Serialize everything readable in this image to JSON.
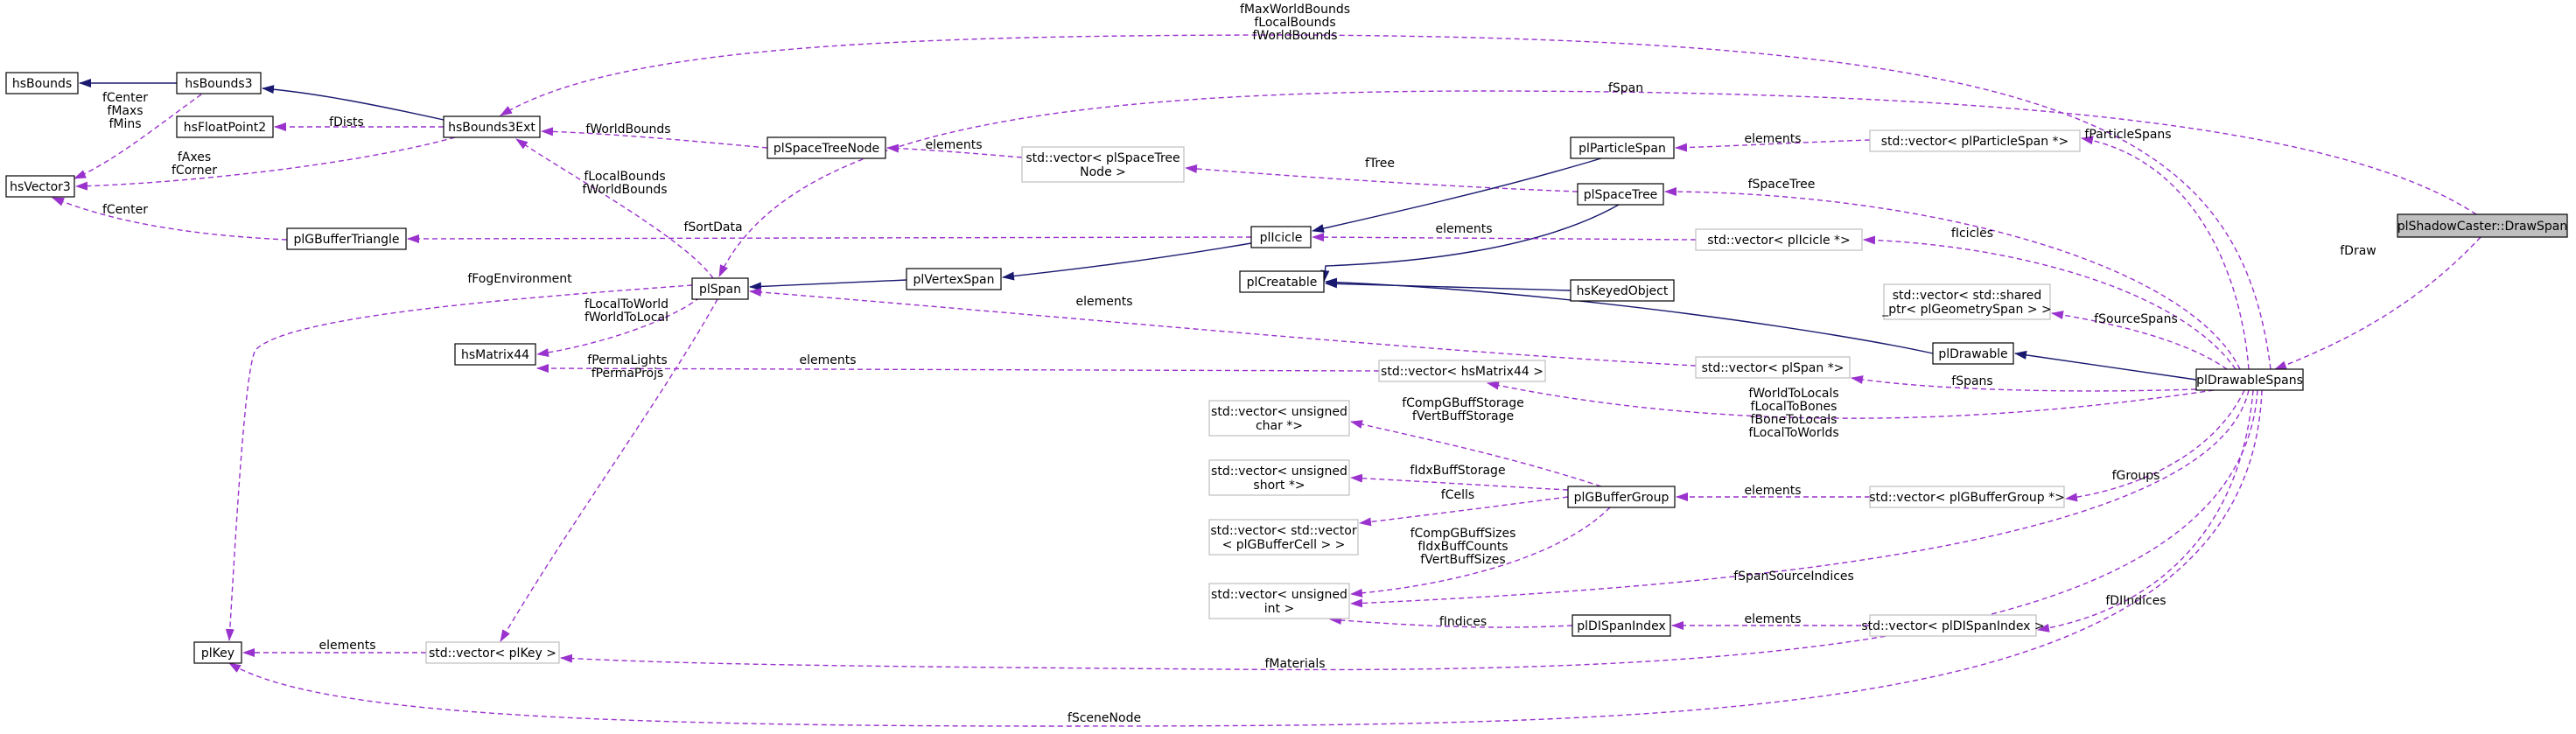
{
  "colors": {
    "inherit": "#191970",
    "usage": "#9a32cd",
    "node_border": "#000000",
    "template_border": "#bfbfbf",
    "highlight_fill": "#bfbfbf"
  },
  "nodes": {
    "hsBounds": {
      "lines": [
        "hsBounds"
      ]
    },
    "hsBounds3": {
      "lines": [
        "hsBounds3"
      ]
    },
    "hsVector3": {
      "lines": [
        "hsVector3"
      ]
    },
    "hsFloatPoint2": {
      "lines": [
        "hsFloatPoint2"
      ]
    },
    "hsBounds3Ext": {
      "lines": [
        "hsBounds3Ext"
      ]
    },
    "plSpaceTreeNode": {
      "lines": [
        "plSpaceTreeNode"
      ]
    },
    "vecSpaceTreeNode": {
      "lines": [
        "std::vector< plSpaceTree",
        "Node >"
      ],
      "template": true
    },
    "plParticleSpan": {
      "lines": [
        "plParticleSpan"
      ]
    },
    "vecParticleSpan": {
      "lines": [
        "std::vector< plParticleSpan *>"
      ],
      "template": true
    },
    "plSpaceTree": {
      "lines": [
        "plSpaceTree"
      ]
    },
    "plGBufferTriangle": {
      "lines": [
        "plGBufferTriangle"
      ]
    },
    "plIcicle": {
      "lines": [
        "plIcicle"
      ]
    },
    "vecIcicle": {
      "lines": [
        "std::vector< plIcicle *>"
      ],
      "template": true
    },
    "plCreatable": {
      "lines": [
        "plCreatable"
      ]
    },
    "hsKeyedObject": {
      "lines": [
        "hsKeyedObject"
      ]
    },
    "plVertexSpan": {
      "lines": [
        "plVertexSpan"
      ]
    },
    "plSpan": {
      "lines": [
        "plSpan"
      ]
    },
    "vecSharedPtr": {
      "lines": [
        "std::vector< std::shared",
        "_ptr< plGeometrySpan > >"
      ],
      "template": true
    },
    "plDrawable": {
      "lines": [
        "plDrawable"
      ]
    },
    "hsMatrix44": {
      "lines": [
        "hsMatrix44"
      ]
    },
    "vecHsMatrix44": {
      "lines": [
        "std::vector< hsMatrix44 >"
      ],
      "template": true
    },
    "vecPlSpan": {
      "lines": [
        "std::vector< plSpan *>"
      ],
      "template": true
    },
    "plDrawableSpans": {
      "lines": [
        "plDrawableSpans"
      ]
    },
    "plShadowCaster": {
      "lines": [
        "plShadowCaster::DrawSpan"
      ],
      "highlight": true
    },
    "vecUChar": {
      "lines": [
        "std::vector< unsigned",
        "char *>"
      ],
      "template": true
    },
    "vecUShort": {
      "lines": [
        "std::vector< unsigned",
        "short *>"
      ],
      "template": true
    },
    "vecGBufferCell": {
      "lines": [
        "std::vector< std::vector",
        "< plGBufferCell > >"
      ],
      "template": true
    },
    "plGBufferGroup": {
      "lines": [
        "plGBufferGroup"
      ]
    },
    "vecGBufferGroup": {
      "lines": [
        "std::vector< plGBufferGroup *>"
      ],
      "template": true
    },
    "vecUInt": {
      "lines": [
        "std::vector< unsigned",
        "int >"
      ],
      "template": true
    },
    "plDISpanIndex": {
      "lines": [
        "plDISpanIndex"
      ]
    },
    "vecDISpanIndex": {
      "lines": [
        "std::vector< plDISpanIndex >"
      ],
      "template": true
    },
    "plKey": {
      "lines": [
        "plKey"
      ]
    },
    "vecPlKey": {
      "lines": [
        "std::vector< plKey >"
      ],
      "template": true
    }
  },
  "edge_labels": {
    "maxWorldBounds": [
      "fMaxWorldBounds",
      "fLocalBounds",
      "fWorldBounds"
    ],
    "span": [
      "fSpan"
    ],
    "centerMaxsMins": [
      "fCenter",
      "fMaxs",
      "fMins"
    ],
    "dists": [
      "fDists"
    ],
    "worldBounds": [
      "fWorldBounds"
    ],
    "elementsTreeNode": [
      "elements"
    ],
    "elementsParticle": [
      "elements"
    ],
    "particleSpans": [
      "fParticleSpans"
    ],
    "tree": [
      "fTree"
    ],
    "axesCorner": [
      "fAxes",
      "fCorner"
    ],
    "localWorldBounds": [
      "fLocalBounds",
      "fWorldBounds"
    ],
    "spaceTree": [
      "fSpaceTree"
    ],
    "center": [
      "fCenter"
    ],
    "sortData": [
      "fSortData"
    ],
    "elementsIcicle": [
      "elements"
    ],
    "icicles": [
      "fIcicles"
    ],
    "fogEnvironment": [
      "fFogEnvironment"
    ],
    "draw": [
      "fDraw"
    ],
    "localToWorld": [
      "fLocalToWorld",
      "fWorldToLocal"
    ],
    "elementsSpan": [
      "elements"
    ],
    "sourceSpans": [
      "fSourceSpans"
    ],
    "permaLights": [
      "fPermaLights",
      "fPermaProjs"
    ],
    "elementsMatrix": [
      "elements"
    ],
    "spans": [
      "fSpans"
    ],
    "worldToLocals": [
      "fWorldToLocals",
      "fLocalToBones",
      "fBoneToLocals",
      "fLocalToWorlds"
    ],
    "compGBuffStorage": [
      "fCompGBuffStorage",
      "fVertBuffStorage"
    ],
    "idxBuffStorage": [
      "fIdxBuffStorage"
    ],
    "cells": [
      "fCells"
    ],
    "elementsGBufferGroup": [
      "elements"
    ],
    "groups": [
      "fGroups"
    ],
    "compGBuffSizes": [
      "fCompGBuffSizes",
      "fIdxBuffCounts",
      "fVertBuffSizes"
    ],
    "spanSourceIndices": [
      "fSpanSourceIndices"
    ],
    "indices": [
      "fIndices"
    ],
    "elementsDISpanIndex": [
      "elements"
    ],
    "dIIndices": [
      "fDIIndices"
    ],
    "elementsKey": [
      "elements"
    ],
    "materials": [
      "fMaterials"
    ],
    "sceneNode": [
      "fSceneNode"
    ]
  }
}
